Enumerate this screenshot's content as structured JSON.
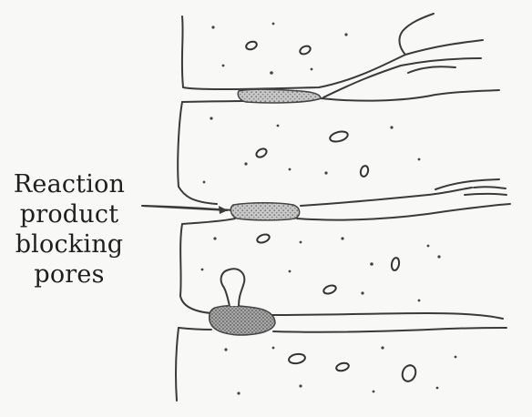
{
  "label": {
    "lines": [
      "Reaction",
      "product",
      "blocking",
      "pores"
    ]
  },
  "colors": {
    "ink": "#3a3a3a",
    "background": "#f8f8f6",
    "deposit_fill": "#bdbdbd",
    "deposit_fill_dark": "#9a9a9a"
  }
}
